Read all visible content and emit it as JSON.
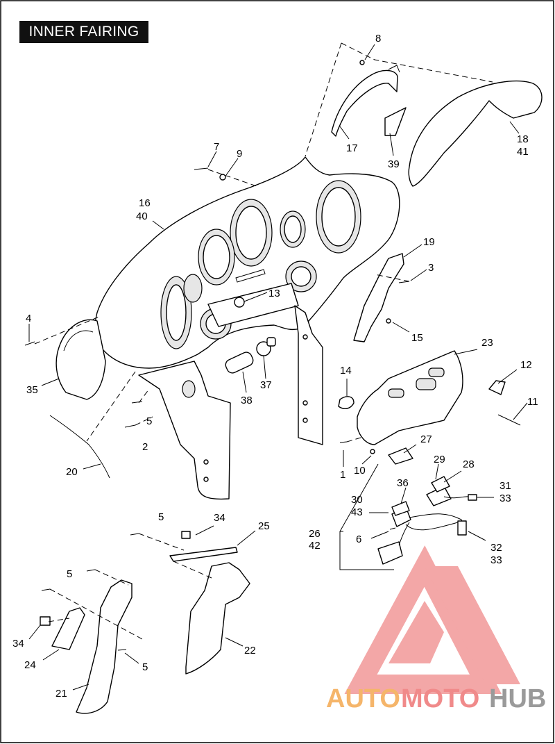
{
  "title": "INNER FAIRING",
  "callouts": [
    {
      "id": "c8",
      "text": "8"
    },
    {
      "id": "c7",
      "text": "7"
    },
    {
      "id": "c9",
      "text": "9"
    },
    {
      "id": "c17",
      "text": "17"
    },
    {
      "id": "c39",
      "text": "39"
    },
    {
      "id": "c18",
      "text": "18"
    },
    {
      "id": "c41",
      "text": "41"
    },
    {
      "id": "c16",
      "text": "16"
    },
    {
      "id": "c40",
      "text": "40"
    },
    {
      "id": "c19",
      "text": "19"
    },
    {
      "id": "c3",
      "text": "3"
    },
    {
      "id": "c13",
      "text": "13"
    },
    {
      "id": "c4",
      "text": "4"
    },
    {
      "id": "c15",
      "text": "15"
    },
    {
      "id": "c23",
      "text": "23"
    },
    {
      "id": "c14",
      "text": "14"
    },
    {
      "id": "c12",
      "text": "12"
    },
    {
      "id": "c35",
      "text": "35"
    },
    {
      "id": "c37",
      "text": "37"
    },
    {
      "id": "c38",
      "text": "38"
    },
    {
      "id": "c5a",
      "text": "5"
    },
    {
      "id": "c11",
      "text": "11"
    },
    {
      "id": "c2",
      "text": "2"
    },
    {
      "id": "c27",
      "text": "27"
    },
    {
      "id": "c20",
      "text": "20"
    },
    {
      "id": "c1",
      "text": "1"
    },
    {
      "id": "c10",
      "text": "10"
    },
    {
      "id": "c29",
      "text": "29"
    },
    {
      "id": "c28",
      "text": "28"
    },
    {
      "id": "c36",
      "text": "36"
    },
    {
      "id": "c31",
      "text": "31"
    },
    {
      "id": "c33a",
      "text": "33"
    },
    {
      "id": "c30",
      "text": "30"
    },
    {
      "id": "c43",
      "text": "43"
    },
    {
      "id": "c5b",
      "text": "5"
    },
    {
      "id": "c34a",
      "text": "34"
    },
    {
      "id": "c25",
      "text": "25"
    },
    {
      "id": "c26",
      "text": "26"
    },
    {
      "id": "c42",
      "text": "42"
    },
    {
      "id": "c6",
      "text": "6"
    },
    {
      "id": "c32",
      "text": "32"
    },
    {
      "id": "c33b",
      "text": "33"
    },
    {
      "id": "c5c",
      "text": "5"
    },
    {
      "id": "c34b",
      "text": "34"
    },
    {
      "id": "c22",
      "text": "22"
    },
    {
      "id": "c24",
      "text": "24"
    },
    {
      "id": "c5d",
      "text": "5"
    },
    {
      "id": "c21",
      "text": "21"
    }
  ],
  "watermark": {
    "part1": "AUTO",
    "part2": "MOTO",
    "part3": "HUB",
    "color1": "#f5b56a",
    "color2": "#f08a8a",
    "color3": "#9a9a9a"
  }
}
